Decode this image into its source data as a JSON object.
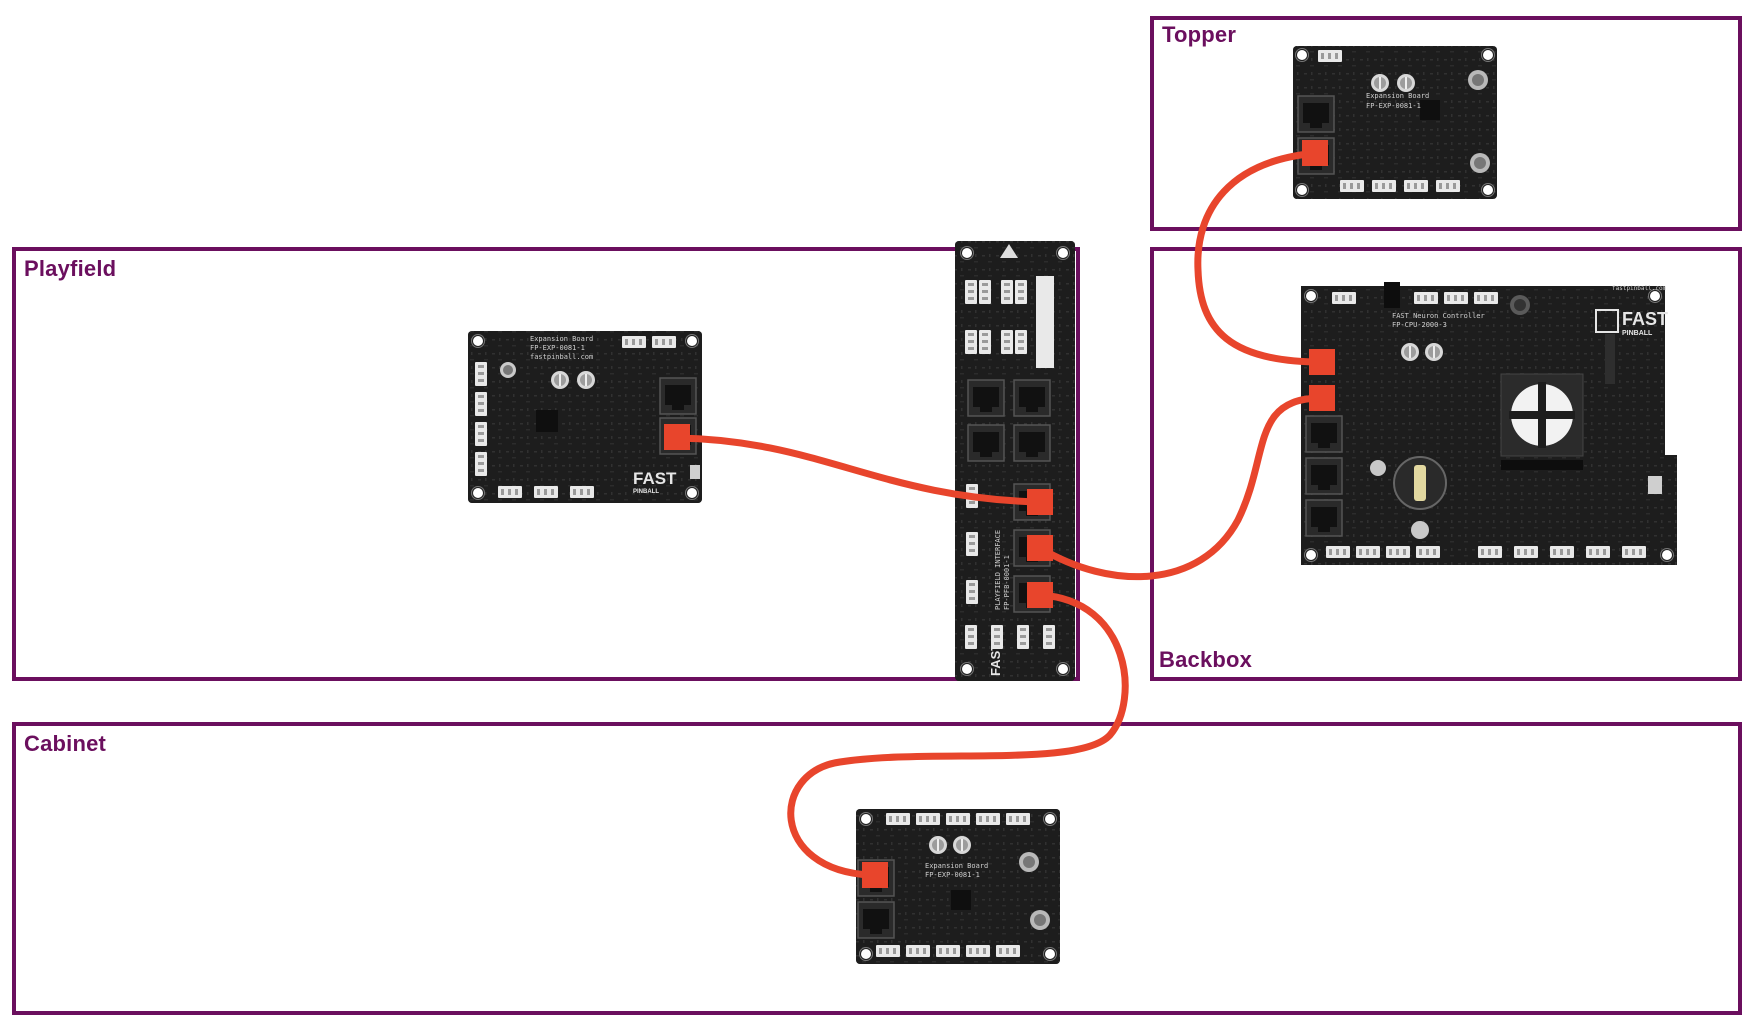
{
  "regions": {
    "topper": {
      "label": "Topper"
    },
    "playfield": {
      "label": "Playfield"
    },
    "backbox": {
      "label": "Backbox"
    },
    "cabinet": {
      "label": "Cabinet"
    }
  },
  "boards": {
    "topper": {
      "title": "Expansion Board",
      "part": "FP-EXP-0081-1"
    },
    "playfield": {
      "title": "Expansion Board",
      "part": "FP-EXP-0081-1",
      "site": "fastpinball.com",
      "brand": "FAST",
      "brand_sub": "PINBALL"
    },
    "interface": {
      "title": "PLAYFIELD INTERFACE",
      "part": "FP-PFB-0001-1",
      "brand": "FAST"
    },
    "neuron": {
      "title": "FAST Neuron Controller",
      "part": "FP-CPU-2000-3",
      "brand": "FAST",
      "brand_sub": "PINBALL",
      "site": "fastpinball.com"
    },
    "cabinet": {
      "title": "Expansion Board",
      "part": "FP-EXP-0081-1"
    }
  },
  "colors": {
    "region_border": "#6b0f5e",
    "cable": "#e8452c",
    "board": "#1d1d1d",
    "connector": "#e9e9e9"
  }
}
